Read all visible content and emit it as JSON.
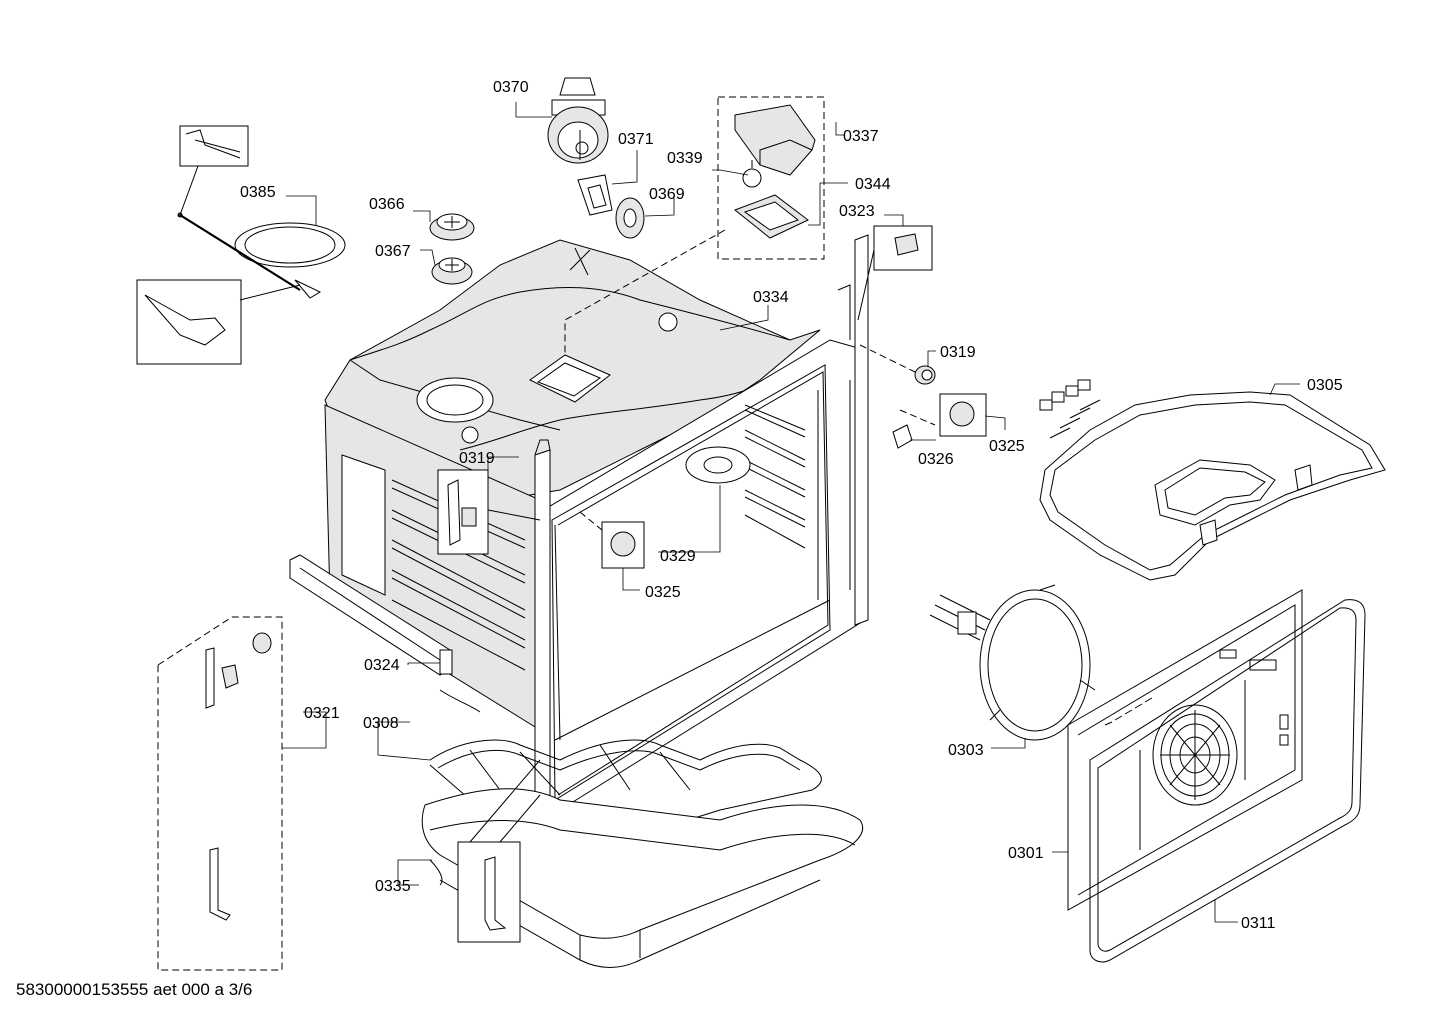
{
  "diagram": {
    "document_id": "58300000153555 aet 000 a 3/6",
    "part_labels": {
      "p0370": "0370",
      "p0371": "0371",
      "p0339": "0339",
      "p0337": "0337",
      "p0344": "0344",
      "p0369": "0369",
      "p0385": "0385",
      "p0366": "0366",
      "p0367": "0367",
      "p0323": "0323",
      "p0334": "0334",
      "p0319a": "0319",
      "p0305": "0305",
      "p0325a": "0325",
      "p0326": "0326",
      "p0319b": "0319",
      "p0329": "0329",
      "p0325b": "0325",
      "p0324": "0324",
      "p0321": "0321",
      "p0308": "0308",
      "p0303": "0303",
      "p0301": "0301",
      "p0335": "0335",
      "p0311": "0311"
    }
  }
}
